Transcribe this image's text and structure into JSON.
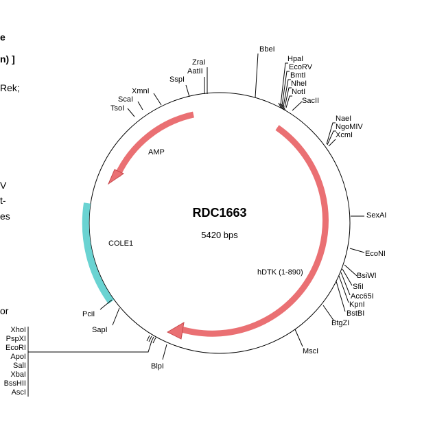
{
  "plasmid": {
    "name": "RDC1663",
    "size_label": "5420 bps"
  },
  "features": [
    {
      "id": "amp",
      "label": "AMP",
      "color": "#ea7073"
    },
    {
      "id": "cole1",
      "label": "COLE1",
      "color": "#6ad3d2"
    },
    {
      "id": "hdtk",
      "label": "hDTK (1-890)",
      "color": "#ea7073"
    }
  ],
  "sites": {
    "bbel": "BbeI",
    "hpal": "HpaI",
    "ecorv": "EcoRV",
    "bmtl": "BmtI",
    "nhel": "NheI",
    "notl": "NotI",
    "sacii": "SacII",
    "nael": "NaeI",
    "ngomiv": "NgoMIV",
    "xcml": "XcmI",
    "sexal": "SexAI",
    "econi": "EcoNI",
    "bsiwi": "BsiWI",
    "sfil": "SfiI",
    "acc65i": "Acc65I",
    "kpnl": "KpnI",
    "bstbl": "BstBI",
    "btgzl": "BtgZI",
    "mscl": "MscI",
    "blpl": "BlpI",
    "sapl": "SapI",
    "pcil": "PciI",
    "tsol": "TsoI",
    "scal": "ScaI",
    "xmnl": "XmnI",
    "sspl": "SspI",
    "aatii": "AatII",
    "zral": "ZraI",
    "xhol": "XhoI",
    "pspxi": "PspXI",
    "ecori": "EcoRI",
    "apol": "ApoI",
    "sall": "SalI",
    "xbal": "XbaI",
    "bsshii": "BssHII",
    "ascl": "AscI"
  },
  "background_text": {
    "line1": "e",
    "line2": "n) ]",
    "line3": "Rek;",
    "line4": "V",
    "line5": "t-",
    "line6": "es",
    "line7": "or"
  }
}
